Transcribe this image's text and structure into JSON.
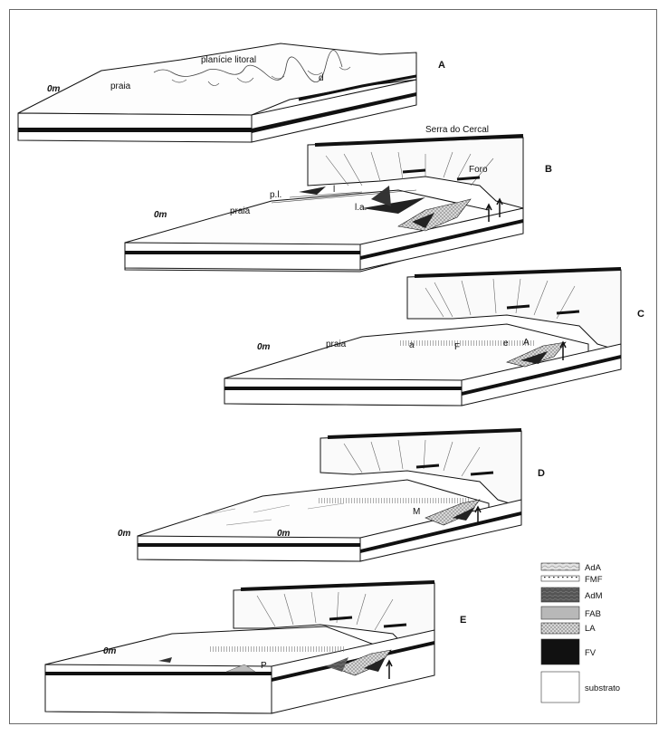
{
  "panels": {
    "A": {
      "letter": "A",
      "zero": "0m",
      "praia": "praia",
      "planicie": "planície litoral",
      "d": "d"
    },
    "B": {
      "letter": "B",
      "zero": "0m",
      "praia": "praia",
      "serra": "Serra do Cercal",
      "foro": "Foro",
      "pl": "p.l.",
      "l": "l",
      "la": "l.a."
    },
    "C": {
      "letter": "C",
      "zero": "0m",
      "praia": "praia",
      "a": "a",
      "F": "F",
      "e": "e",
      "A": "A"
    },
    "D": {
      "letter": "D",
      "zero_left": "0m",
      "zero_mid": "0m",
      "M": "M"
    },
    "E": {
      "letter": "E",
      "zero": "0m",
      "P": "P"
    }
  },
  "legend": {
    "items": [
      {
        "code": "AdA",
        "pattern": "wavy-light-grey"
      },
      {
        "code": "FMF",
        "pattern": "dotted"
      },
      {
        "code": "AdM",
        "pattern": "dark-grey-wavy"
      },
      {
        "code": "FAB",
        "pattern": "light-grey"
      },
      {
        "code": "LA",
        "pattern": "stippled"
      },
      {
        "code": "FV",
        "pattern": "black"
      },
      {
        "code": "substrato",
        "pattern": "white"
      }
    ]
  }
}
